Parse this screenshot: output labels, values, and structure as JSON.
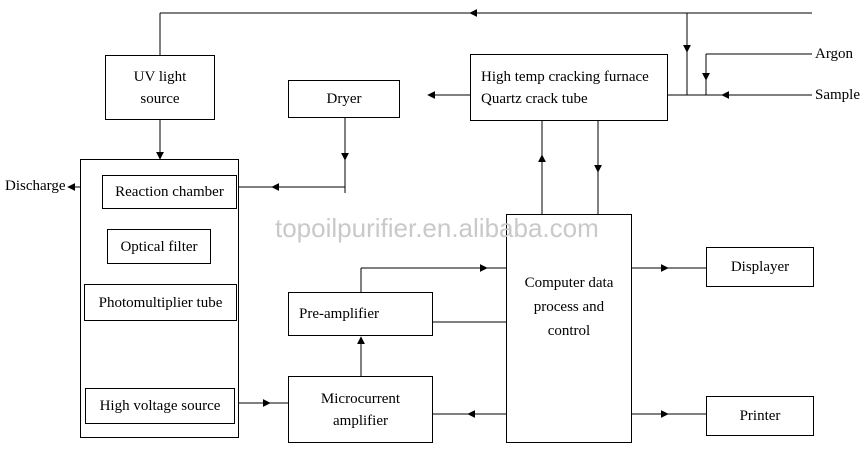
{
  "diagram": {
    "uv_light_source": "UV light\nsource",
    "dryer": "Dryer",
    "furnace": "High temp cracking furnace\nQuartz crack tube",
    "argon": "Argon",
    "sample": "Sample",
    "discharge": "Discharge",
    "reaction_chamber": "Reaction chamber",
    "optical_filter": "Optical filter",
    "photomultiplier_tube": "Photomultiplier tube",
    "high_voltage_source": "High voltage source",
    "pre_amplifier": "Pre-amplifier",
    "microcurrent_amplifier": "Microcurrent\namplifier",
    "computer": "Computer data\nprocess and\ncontrol",
    "displayer": "Displayer",
    "printer": "Printer"
  },
  "watermark": "topoilpurifier.en.alibaba.com"
}
